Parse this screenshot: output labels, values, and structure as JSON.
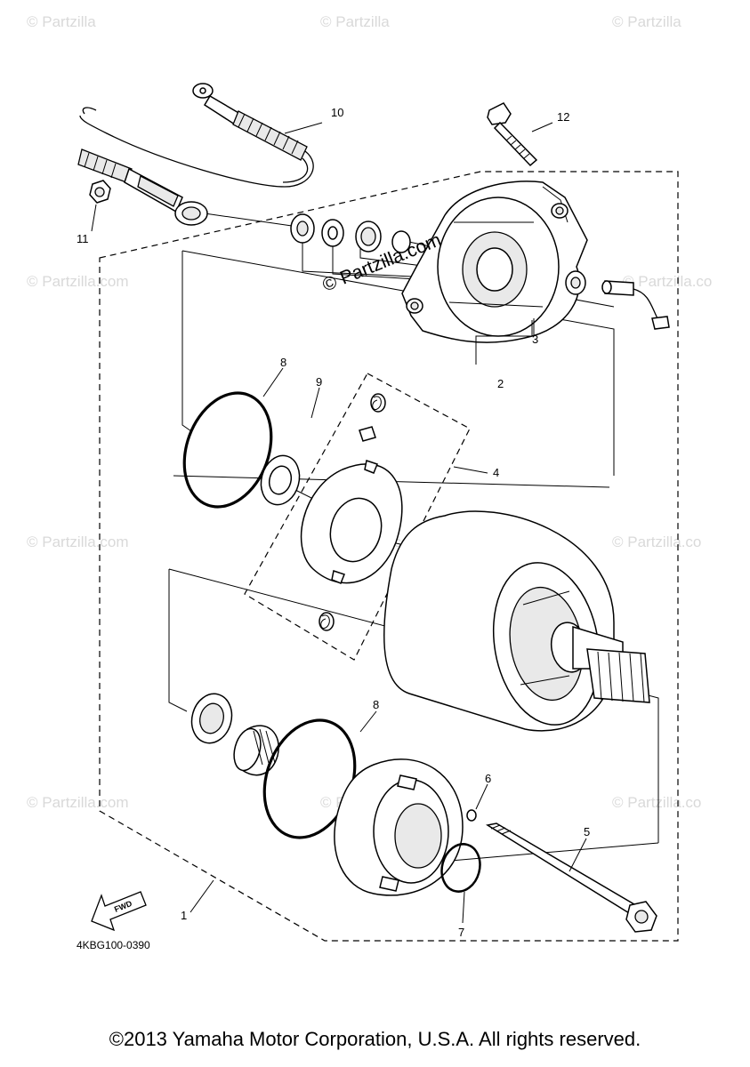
{
  "watermarks": {
    "tile": "© Partzilla.com",
    "tile_short": "© Partzilla.co",
    "tile_cut": "© Partzilla",
    "main": "© Partzilla.com"
  },
  "callouts": [
    "1",
    "2",
    "3",
    "4",
    "5",
    "6",
    "7",
    "8",
    "8",
    "9",
    "10",
    "11",
    "12"
  ],
  "fwd_label": "FWD",
  "diagram_code": "4KBG100-0390",
  "copyright": "©2013 Yamaha Motor Corporation, U.S.A. All rights reserved."
}
